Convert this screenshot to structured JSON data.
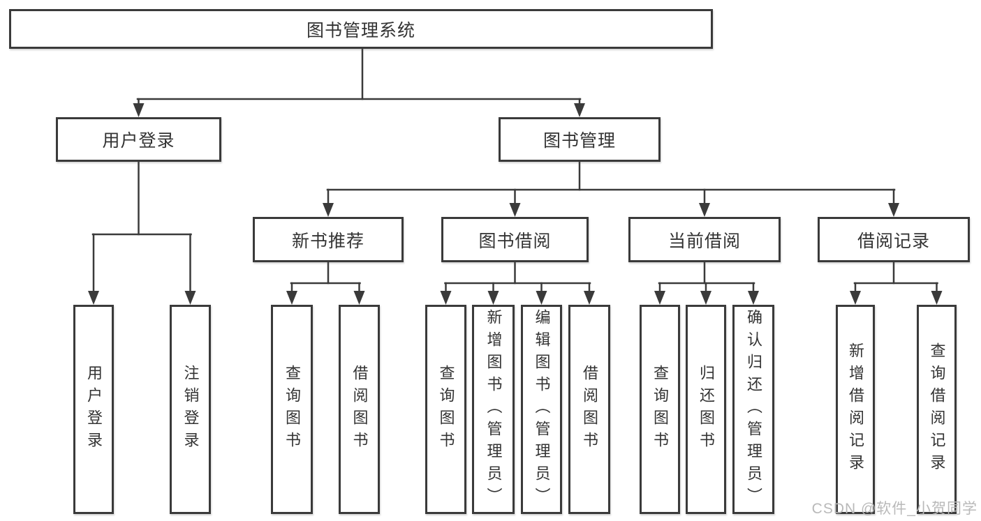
{
  "diagram": {
    "root": {
      "label": "图书管理系统"
    },
    "branches": [
      {
        "label": "用户登录"
      },
      {
        "label": "图书管理"
      }
    ],
    "modules": [
      {
        "label": "新书推荐"
      },
      {
        "label": "图书借阅"
      },
      {
        "label": "当前借阅"
      },
      {
        "label": "借阅记录"
      }
    ],
    "functions": [
      {
        "label": "用户登录"
      },
      {
        "label": "注销登录"
      },
      {
        "label": "查询图书"
      },
      {
        "label": "借阅图书"
      },
      {
        "label": "查询图书"
      },
      {
        "label": "新增图书（管理员）"
      },
      {
        "label": "编辑图书（管理员）"
      },
      {
        "label": "借阅图书"
      },
      {
        "label": "查询图书"
      },
      {
        "label": "归还图书"
      },
      {
        "label": "确认归还（管理员）"
      },
      {
        "label": "新增借阅记录"
      },
      {
        "label": "查询借阅记录"
      }
    ]
  },
  "watermark": {
    "text": "CSDN @软件_小贺同学"
  },
  "colors": {
    "line": "#3a3a3a",
    "text": "#333333",
    "watermark": "#b9b9b9",
    "background": "#ffffff"
  }
}
